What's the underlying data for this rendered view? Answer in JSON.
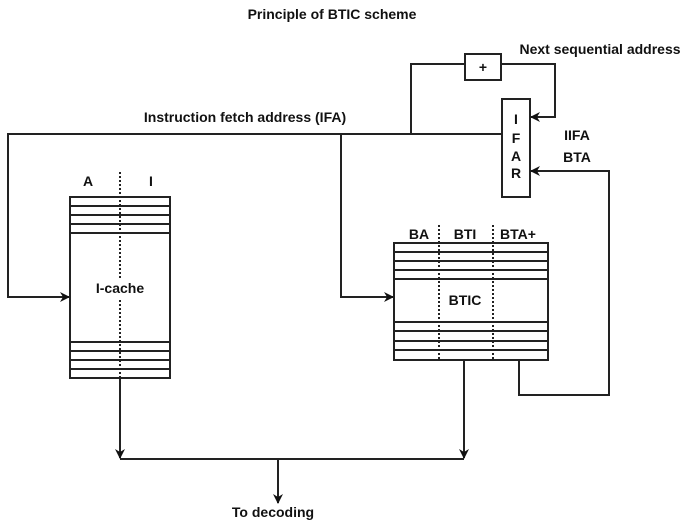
{
  "title": "Principle of BTIC scheme",
  "labels": {
    "ifa": "Instruction fetch address (IFA)",
    "next_sequential": "Next sequential address",
    "adder": "+",
    "ifar_letters": [
      "I",
      "F",
      "A",
      "R"
    ],
    "iifa": "IIFA",
    "bta": "BTA",
    "to_decoding": "To decoding"
  },
  "icache": {
    "name": "I-cache",
    "columns": [
      "A",
      "I"
    ]
  },
  "btic": {
    "name": "BTIC",
    "columns": [
      "BA",
      "BTI",
      "BTA+"
    ]
  }
}
